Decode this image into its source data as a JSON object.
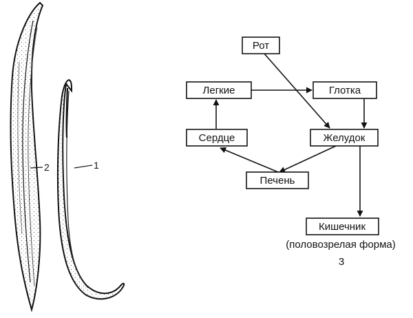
{
  "figure": {
    "worm_labels": {
      "adult": "2",
      "larva": "1"
    },
    "flow": {
      "nodes": {
        "mouth": "Рот",
        "lungs": "Легкие",
        "pharynx": "Глотка",
        "heart": "Сердце",
        "stomach": "Желудок",
        "liver": "Печень",
        "intestine": "Кишечник"
      },
      "caption": "(половозрелая форма)",
      "number": "3"
    }
  }
}
